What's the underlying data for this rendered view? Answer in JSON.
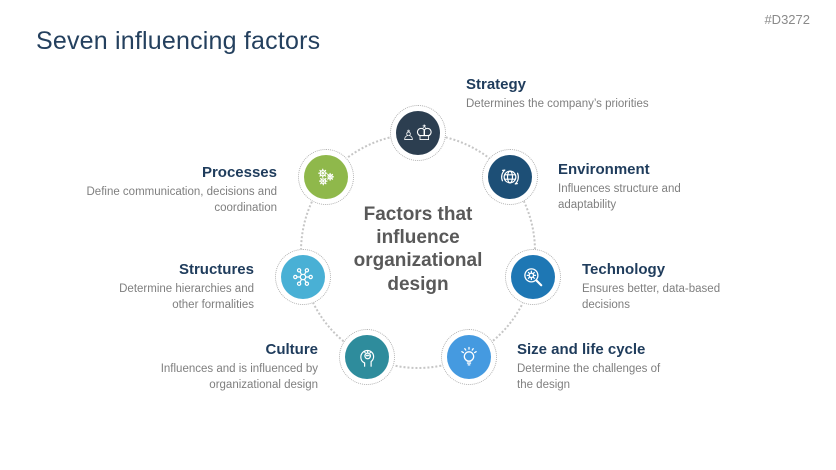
{
  "page": {
    "title": "Seven influencing factors",
    "tag": "#D3272"
  },
  "center": {
    "text": "Factors that influence organizational design"
  },
  "factors": [
    {
      "name": "Strategy",
      "description": "Determines the company’s priorities",
      "icon": "chess-pieces-icon",
      "color": "#2c3e50"
    },
    {
      "name": "Environment",
      "description": "Influences structure and adaptability",
      "icon": "globe-icon",
      "color": "#1d4f76"
    },
    {
      "name": "Technology",
      "description": "Ensures better, data-based decisions",
      "icon": "magnifier-gear-icon",
      "color": "#1e77b4"
    },
    {
      "name": "Size and life cycle",
      "description": "Determine the challenges of the design",
      "icon": "lightbulb-icon",
      "color": "#459ae0"
    },
    {
      "name": "Culture",
      "description": "Influences and is influenced by organizational design",
      "icon": "head-brain-icon",
      "color": "#2e8c9c"
    },
    {
      "name": "Structures",
      "description": "Determine hierarchies and other formalities",
      "icon": "network-icon",
      "color": "#49b0d5"
    },
    {
      "name": "Processes",
      "description": "Define communication, decisions and coordination",
      "icon": "gears-icon",
      "color": "#8fb84b"
    }
  ]
}
